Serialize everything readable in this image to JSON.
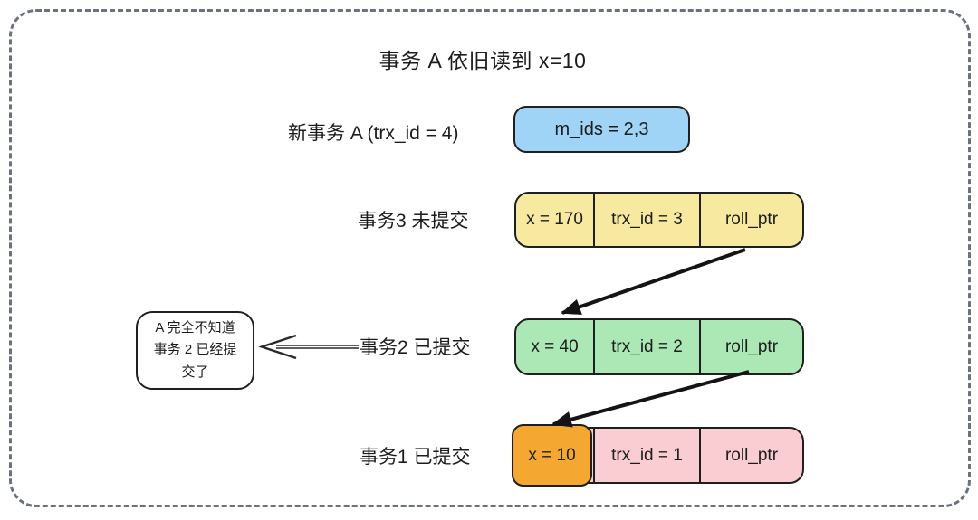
{
  "title": "事务 A 依旧读到 x=10",
  "colors": {
    "readview_fill": "#9fd4f7",
    "trx3_fill": "#f8e9a0",
    "trx2_fill": "#ace8b6",
    "trx1_fill": "#facdd3",
    "highlight_fill": "#f4a731",
    "stroke": "#1f1f1f",
    "frame_dash": "#69727d"
  },
  "readview_row": {
    "label": "新事务 A (trx_id = 4)",
    "value": "m_ids = 2,3"
  },
  "version_rows": [
    {
      "label": "事务3 未提交",
      "cells": [
        "x = 170",
        "trx_id = 3",
        "roll_ptr"
      ]
    },
    {
      "label": "事务2 已提交",
      "cells": [
        "x = 40",
        "trx_id = 2",
        "roll_ptr"
      ]
    },
    {
      "label": "事务1 已提交",
      "cells": [
        "x = 10",
        "trx_id = 1",
        "roll_ptr"
      ],
      "highlight_index": 0
    }
  ],
  "note_bubble": {
    "text": "A 完全不知道\n事务 2 已经提\n交了"
  }
}
